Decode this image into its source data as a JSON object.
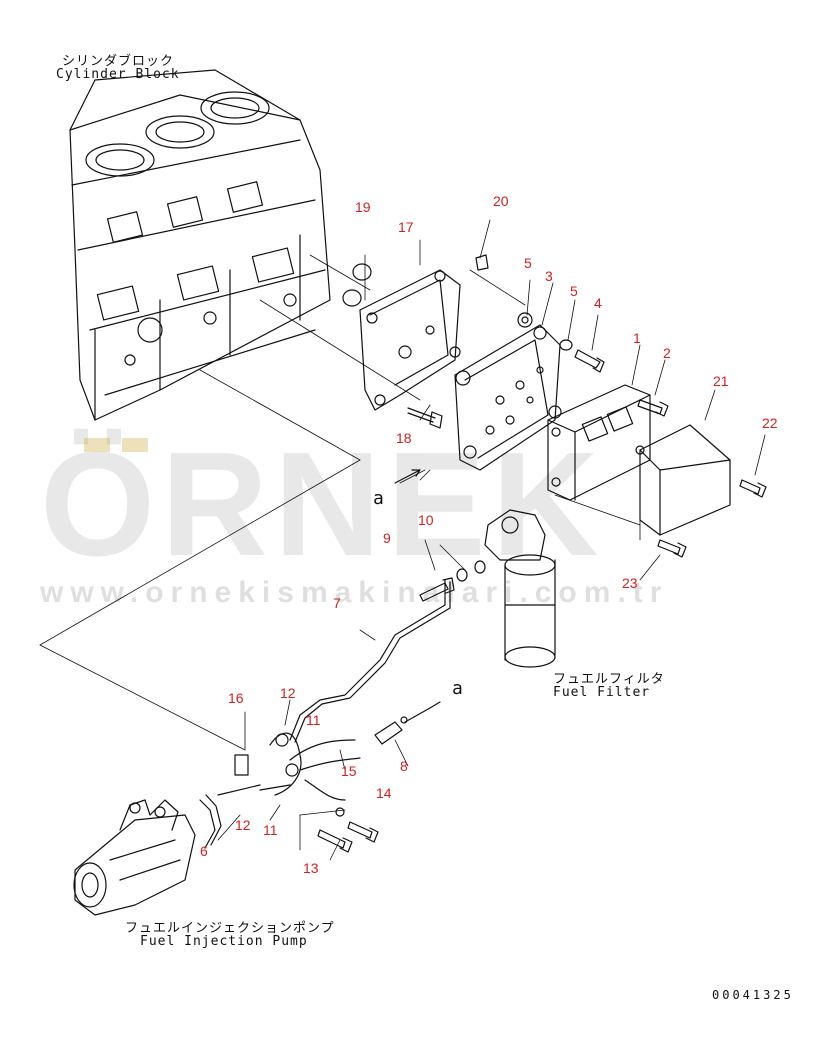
{
  "labels": {
    "cylinder_block_jp": "シリンダブロック",
    "cylinder_block_en": "Cylinder Block",
    "fuel_filter_jp": "フュエルフィルタ",
    "fuel_filter_en": "Fuel Filter",
    "injection_pump_jp": "フュエルインジェクションポンプ",
    "injection_pump_en": "Fuel Injection Pump"
  },
  "callouts": [
    "1",
    "2",
    "3",
    "4",
    "5",
    "5",
    "6",
    "7",
    "8",
    "9",
    "10",
    "11",
    "11",
    "12",
    "12",
    "13",
    "14",
    "15",
    "16",
    "17",
    "18",
    "19",
    "20",
    "21",
    "22",
    "23"
  ],
  "refs": [
    "a",
    "a"
  ],
  "watermark": {
    "word": "ÖRNEK",
    "url": "www.ornekismakinalari.com.tr"
  },
  "drawing_number": "00041325",
  "colors": {
    "callout": "#d42020",
    "line": "#111111",
    "watermark": "#969696"
  }
}
